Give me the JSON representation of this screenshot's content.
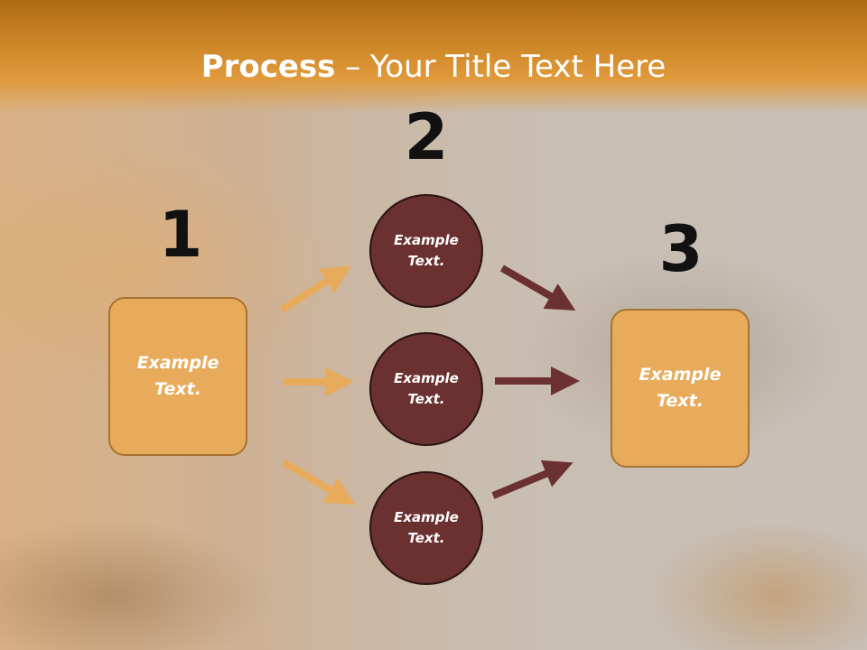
{
  "title": {
    "bold": "Process",
    "rest": " – Your Title Text Here"
  },
  "steps": {
    "one": {
      "number": "1",
      "text": "Example Text."
    },
    "two": {
      "number": "2",
      "circles": [
        "Example Text.",
        "Example Text.",
        "Example Text."
      ]
    },
    "three": {
      "number": "3",
      "text": "Example Text."
    }
  },
  "colors": {
    "header": "#d18a2a",
    "box_fill": "#e8ab5c",
    "circle_fill": "#6b3030",
    "arrow_left": "#e8ab5c",
    "arrow_right": "#6b3030"
  }
}
